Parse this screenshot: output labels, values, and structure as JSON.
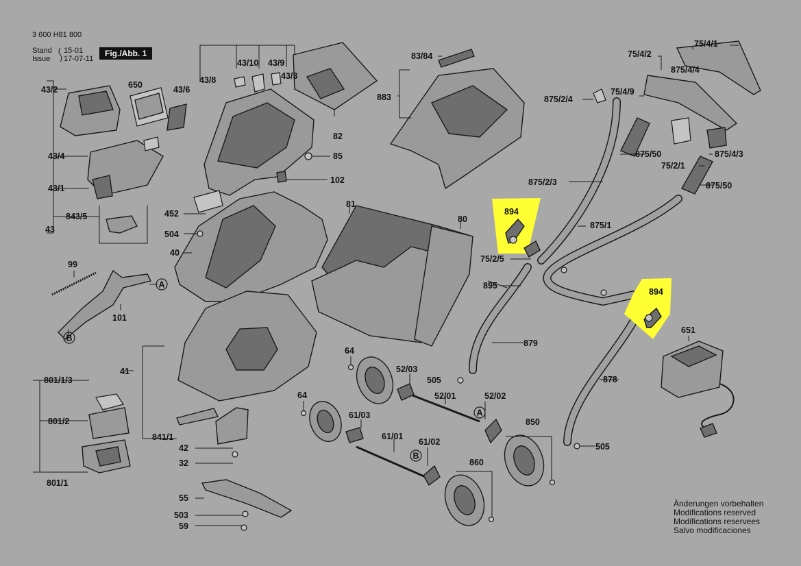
{
  "header": {
    "part_number": "3 600 H81 800",
    "stand_label": "Stand",
    "stand_value": "15-01",
    "issue_label": "Issue",
    "issue_value": "17-07-11",
    "figure_label": "Fig./Abb. 1"
  },
  "footer_note": {
    "line1": "Änderungen vorbehalten",
    "line2": "Modifications reserved",
    "line3": "Modifications reservees",
    "line4": "Salvo modificaciones"
  },
  "callouts": {
    "c43_2": "43/2",
    "c650": "650",
    "c43_6": "43/6",
    "c43_4": "43/4",
    "c43_1": "43/1",
    "c843_5": "843/5",
    "c43": "43",
    "c43_10": "43/10",
    "c43_9": "43/9",
    "c43_8": "43/8",
    "c43_3": "43/3",
    "c82": "82",
    "c85": "85",
    "c102": "102",
    "c452": "452",
    "c504": "504",
    "c40": "40",
    "c83_84": "83/84",
    "c883": "883",
    "c75_4_1": "75/4/1",
    "c75_4_2": "75/4/2",
    "c875_4_4": "875/4/4",
    "c75_4_9": "75/4/9",
    "c875_2_4": "875/2/4",
    "c875_50a": "875/50",
    "c875_4_3": "875/4/3",
    "c75_2_1": "75/2/1",
    "c875_2_3": "875/2/3",
    "c875_50b": "875/50",
    "c875_1": "875/1",
    "c894a": "894",
    "c894b": "894",
    "c75_2_5": "75/2/5",
    "c895": "895",
    "c81": "81",
    "c80": "80",
    "c99": "99",
    "c101": "101",
    "c879": "879",
    "c651": "651",
    "c878": "878",
    "c505a": "505",
    "c505b": "505",
    "c64a": "64",
    "c64b": "64",
    "c52_03": "52/03",
    "c52_01": "52/01",
    "c52_02": "52/02",
    "c61_03": "61/03",
    "c61_01": "61/01",
    "c61_02": "61/02",
    "c850": "850",
    "c860": "860",
    "c801_1_3": "801/1/3",
    "c801_2": "801/2",
    "c801_1": "801/1",
    "c41": "41",
    "c841_1": "841/1",
    "c42": "42",
    "c32": "32",
    "c55": "55",
    "c503": "503",
    "c59": "59",
    "markerA1": "A",
    "markerA2": "A",
    "markerB1": "B",
    "markerB2": "B"
  },
  "highlight_color": "#ffff33",
  "background_color": "#a8a8a8"
}
